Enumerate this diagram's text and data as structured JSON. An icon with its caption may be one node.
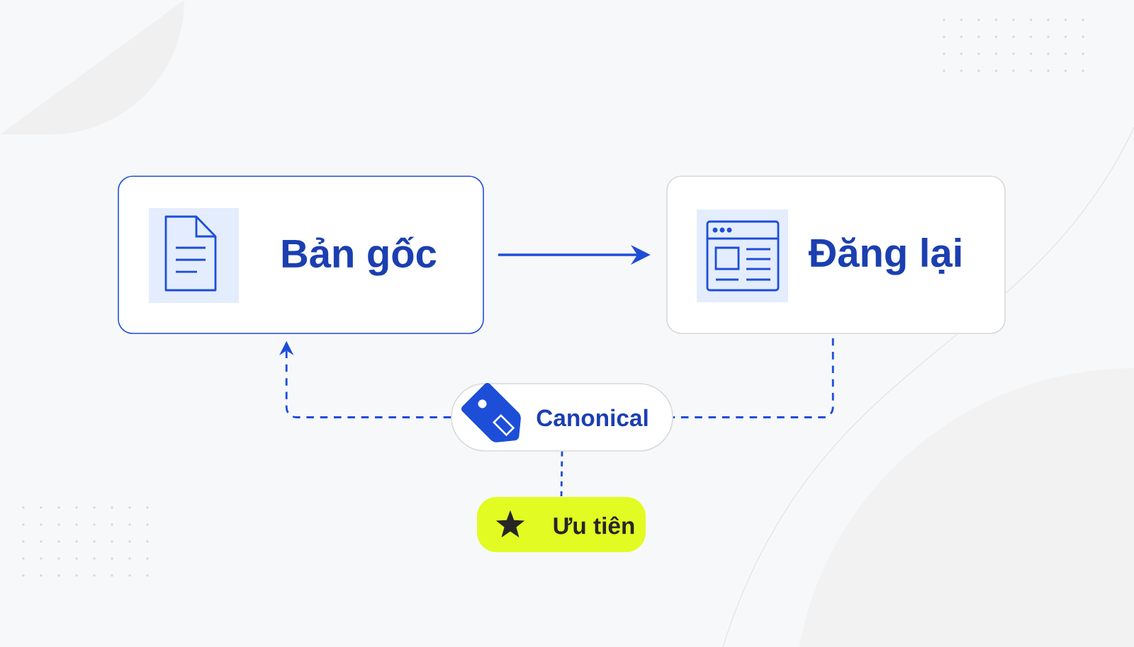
{
  "diagram": {
    "nodes": [
      {
        "text": [
          "Bản gốc"
        ]
      },
      {
        "text": [
          "Đăng lại"
        ]
      },
      {
        "text": [
          "Canonical"
        ]
      },
      {
        "text": [
          "Ưu tiên"
        ]
      }
    ],
    "edges": [
      {
        "from": 0,
        "to": 1,
        "arrow": "to"
      },
      {
        "from": 2,
        "to": 0,
        "arrow": "to",
        "style": "dashed"
      },
      {
        "from": 1,
        "to": 2,
        "arrow": "none",
        "style": "dashed"
      },
      {
        "from": 2,
        "to": 3,
        "arrow": "none",
        "style": "dashed"
      }
    ]
  }
}
